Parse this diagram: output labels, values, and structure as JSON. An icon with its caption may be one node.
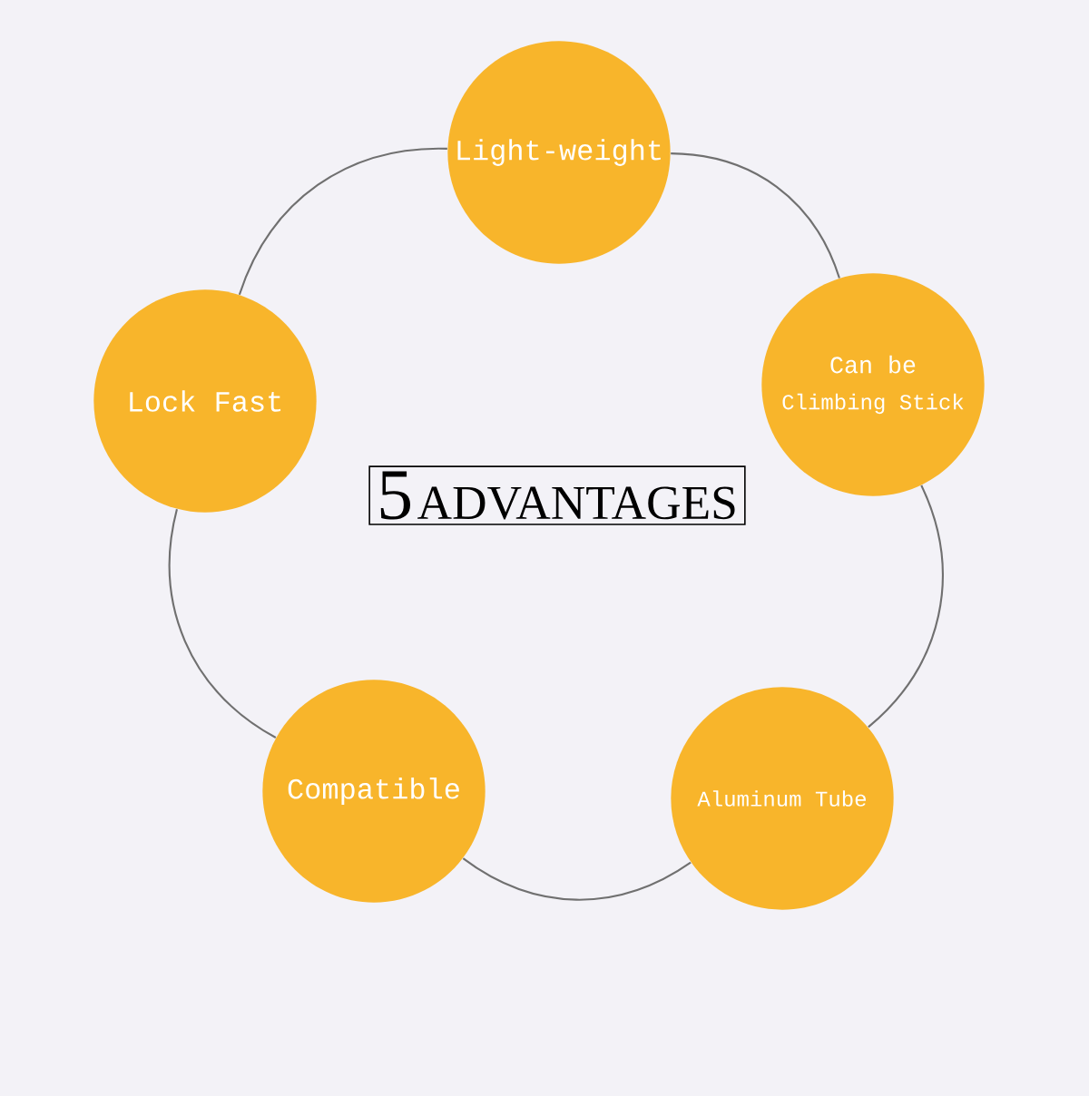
{
  "diagram": {
    "nodes": [
      {
        "text": [
          "Light-weight"
        ]
      },
      {
        "text": [
          "Can be",
          "Climbing Stick"
        ]
      },
      {
        "text": [
          "Aluminum Tube"
        ]
      },
      {
        "text": [
          "Compatible"
        ]
      },
      {
        "text": [
          "Lock Fast"
        ]
      },
      {
        "text": [
          "5",
          "ADVANTAGES"
        ]
      }
    ],
    "edges": [
      {
        "from": 0,
        "to": 1,
        "arrow": "none"
      },
      {
        "from": 1,
        "to": 2,
        "arrow": "none"
      },
      {
        "from": 2,
        "to": 3,
        "arrow": "none"
      },
      {
        "from": 3,
        "to": 4,
        "arrow": "none"
      },
      {
        "from": 4,
        "to": 0,
        "arrow": "none"
      }
    ]
  }
}
